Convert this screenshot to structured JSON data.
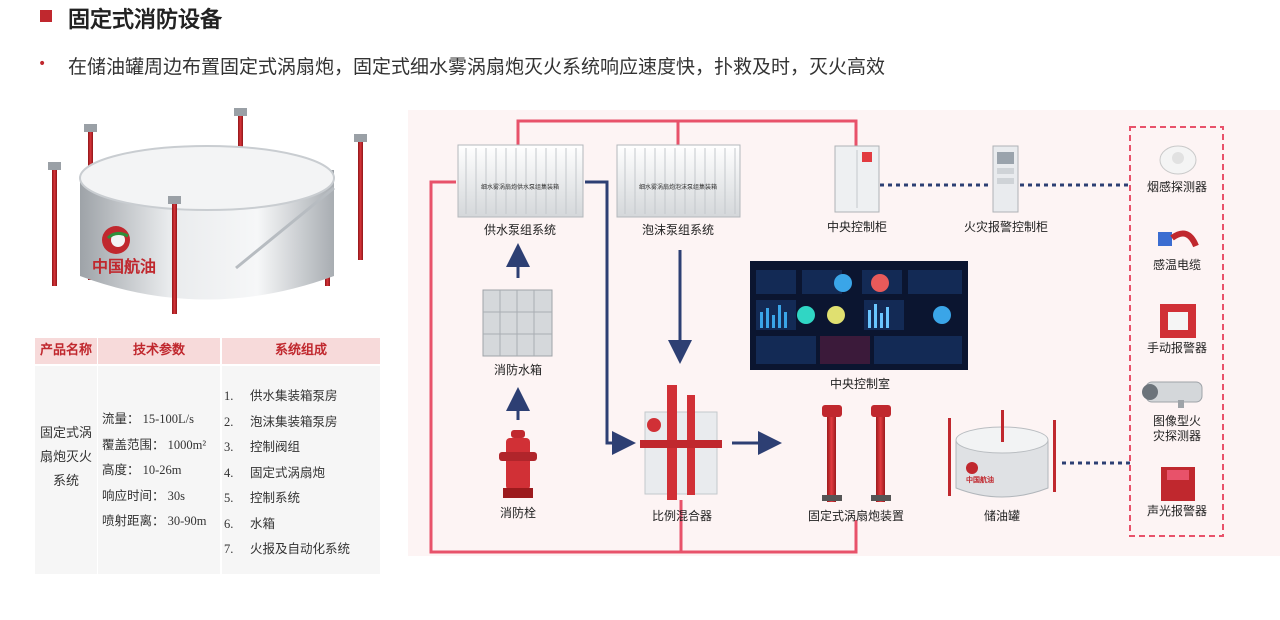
{
  "header": {
    "title": "固定式消防设备",
    "bullet": "在储油罐周边布置固定式涡扇炮，固定式细水雾涡扇炮灭火系统响应速度快，扑救及时，灭火高效"
  },
  "tank": {
    "logo_text": "中国航油"
  },
  "table": {
    "headers": [
      "产品名称",
      "技术参数",
      "系统组成"
    ],
    "product_name": "固定式涡扇炮灭火系统",
    "params": [
      "流量： 15-100L/s",
      "覆盖范围： 1000m²",
      "高度： 10-26m",
      "响应时间： 30s",
      "喷射距离： 30-90m"
    ],
    "components": [
      {
        "num": "1.",
        "text": "供水集装箱泵房"
      },
      {
        "num": "2.",
        "text": "泡沫集装箱泵房"
      },
      {
        "num": "3.",
        "text": "控制阀组"
      },
      {
        "num": "4.",
        "text": "固定式涡扇炮"
      },
      {
        "num": "5.",
        "text": "控制系统"
      },
      {
        "num": "6.",
        "text": "水箱"
      },
      {
        "num": "7.",
        "text": "火报及自动化系统"
      }
    ]
  },
  "diagram": {
    "water_pump": "供水泵组系统",
    "water_pump_sign": "细水雾涡扇炮供水泵组集装箱",
    "foam_pump": "泡沫泵组系统",
    "foam_pump_sign": "细水雾涡扇炮泡沫泵组集装箱",
    "central_cabinet": "中央控制柜",
    "fire_alarm_cabinet": "火灾报警控制柜",
    "control_room": "中央控制室",
    "water_tank": "消防水箱",
    "hydrant": "消防栓",
    "mixer": "比例混合器",
    "cannon": "固定式涡扇炮装置",
    "oil_tank": "储油罐",
    "oil_tank_logo": "中国航油",
    "detectors": [
      {
        "label": "烟感探测器"
      },
      {
        "label": "感温电缆"
      },
      {
        "label": "手动报警器"
      },
      {
        "label": "图像型火\n灾探测器"
      },
      {
        "label": "声光报警器"
      }
    ]
  },
  "colors": {
    "accent_red": "#c0282e",
    "pipe_pink": "#e8526a",
    "arrow_navy": "#2d3f73",
    "panel_bg": "#fdf4f4",
    "header_bg": "#f7dada"
  }
}
